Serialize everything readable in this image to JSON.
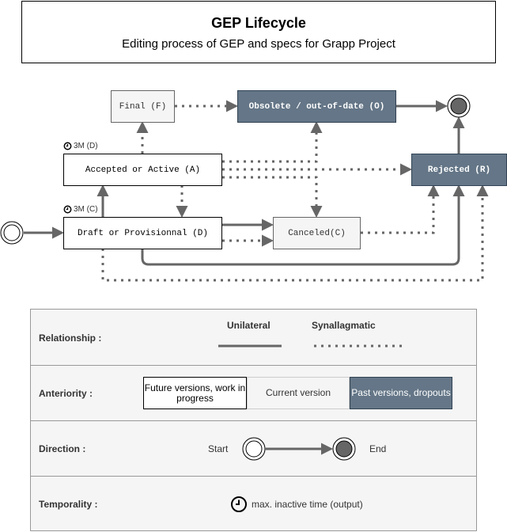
{
  "header": {
    "title": "GEP Lifecycle",
    "subtitle": "Editing process of GEP and specs for Grapp Project"
  },
  "states": {
    "final": "Final (F)",
    "obsolete": "Obsolete / out-of-date (O)",
    "accepted": "Accepted or Active (A)",
    "rejected": "Rejected (R)",
    "draft": "Draft or Provisionnal (D)",
    "canceled": "Canceled(C)"
  },
  "timers": {
    "accepted": "3M (D)",
    "draft": "3M (C)"
  },
  "legend": {
    "relationship": {
      "label": "Relationship :",
      "unilateral": "Unilateral",
      "synallagmatic": "Synallagmatic"
    },
    "anteriority": {
      "label": "Anteriority :",
      "future": "Future versions, work in progress",
      "current": "Current version",
      "past": "Past versions, dropouts"
    },
    "direction": {
      "label": "Direction :",
      "start": "Start",
      "end": "End"
    },
    "temporality": {
      "label": "Temporality :",
      "text": "max. inactive time (output)"
    }
  },
  "colors": {
    "past_fill": "#647687",
    "current_fill": "#f5f5f5",
    "arrow": "#666666"
  }
}
